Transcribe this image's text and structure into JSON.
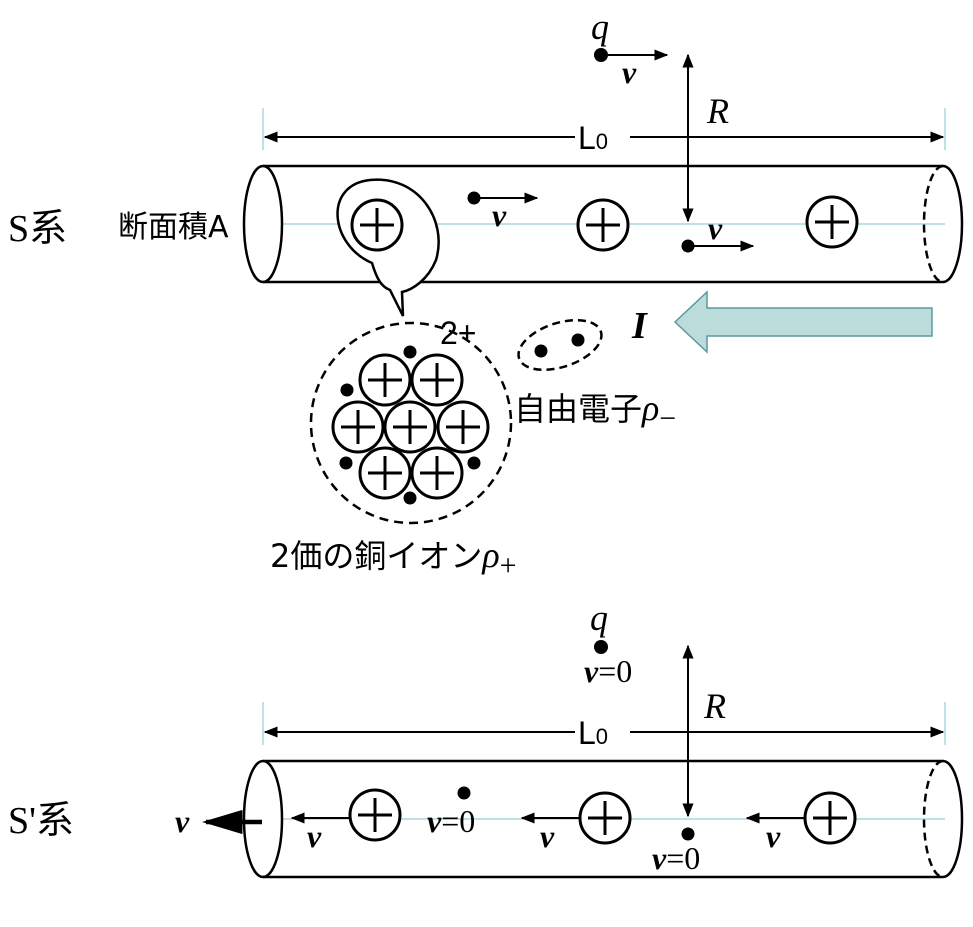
{
  "top": {
    "frame_label": "S系",
    "cross_section_label": "断面積A",
    "length_label": "L",
    "length_subscript": "0",
    "radius_label": "R",
    "charge_label": "q",
    "velocity_label": "v",
    "current_label": "I",
    "ion_charge_label": "2+",
    "electron_label": "自由電子",
    "electron_symbol": "ρ",
    "electron_subscript": "−",
    "ion_label": "2価の銅イオン",
    "ion_symbol": "ρ",
    "ion_subscript": "+",
    "colors": {
      "current_arrow": "#bcdcdc",
      "axis_line": "#a8d8dc"
    }
  },
  "bottom": {
    "frame_label": "S'系",
    "length_label": "L",
    "length_subscript": "0",
    "radius_label": "R",
    "charge_label": "q",
    "velocity_label": "v",
    "zero_velocity_label": "=0"
  },
  "icons": [
    "plus-ion-icon",
    "electron-dot-icon",
    "arrow-right-icon",
    "arrow-left-icon"
  ]
}
